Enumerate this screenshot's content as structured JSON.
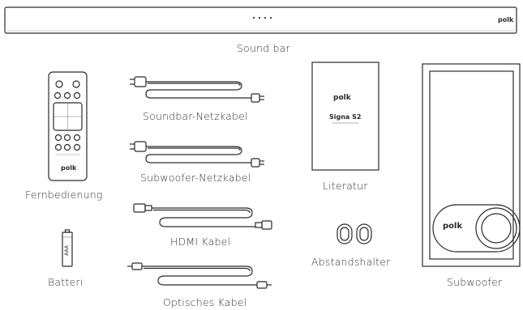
{
  "items": {
    "soundbar": {
      "label": "Sound bar",
      "logo": "polk"
    },
    "remote": {
      "label": "Fernbedienung",
      "logo": "polk"
    },
    "soundbar_cable": {
      "label": "Soundbar-Netzkabel"
    },
    "subwoofer_cable": {
      "label": "Subwoofer-Netzkabel"
    },
    "literature": {
      "label": "Literatur",
      "brand": "polk",
      "title": "Signa S2"
    },
    "hdmi": {
      "label": "HDMI Kabel"
    },
    "spacers": {
      "label": "Abstandshalter"
    },
    "battery": {
      "label": "Batteri",
      "text": "AAA"
    },
    "optical": {
      "label": "Optisches Kabel"
    },
    "subwoofer": {
      "label": "Subwoofer",
      "logo": "polk"
    }
  }
}
